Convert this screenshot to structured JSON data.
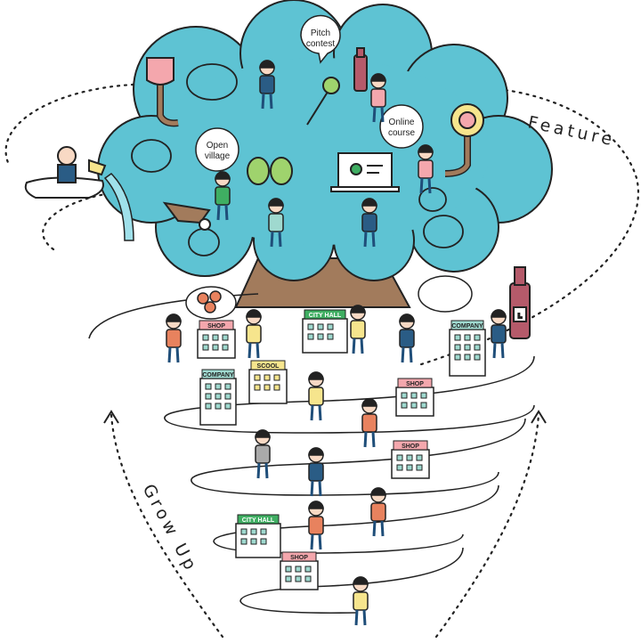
{
  "labels": {
    "feature": "Feature",
    "grow_up": "Grow Up",
    "pitch_contest": [
      "Pitch",
      "contest"
    ],
    "open_village": [
      "Open",
      "village"
    ],
    "online_course": [
      "Online",
      "course"
    ]
  },
  "signs": {
    "shop": "SHOP",
    "city_hall": "CITY HALL",
    "company": "COMPANY",
    "school": "SCOOL",
    "bottle": "L"
  },
  "colors": {
    "canopy": "#5ec3d3",
    "trunk": "#a27b5c",
    "outline": "#222222",
    "shop_sign": "#f4a7ad",
    "company_sign": "#9fd9cf",
    "cityhall_sign": "#3fae62",
    "school_sign": "#f6e58d"
  }
}
